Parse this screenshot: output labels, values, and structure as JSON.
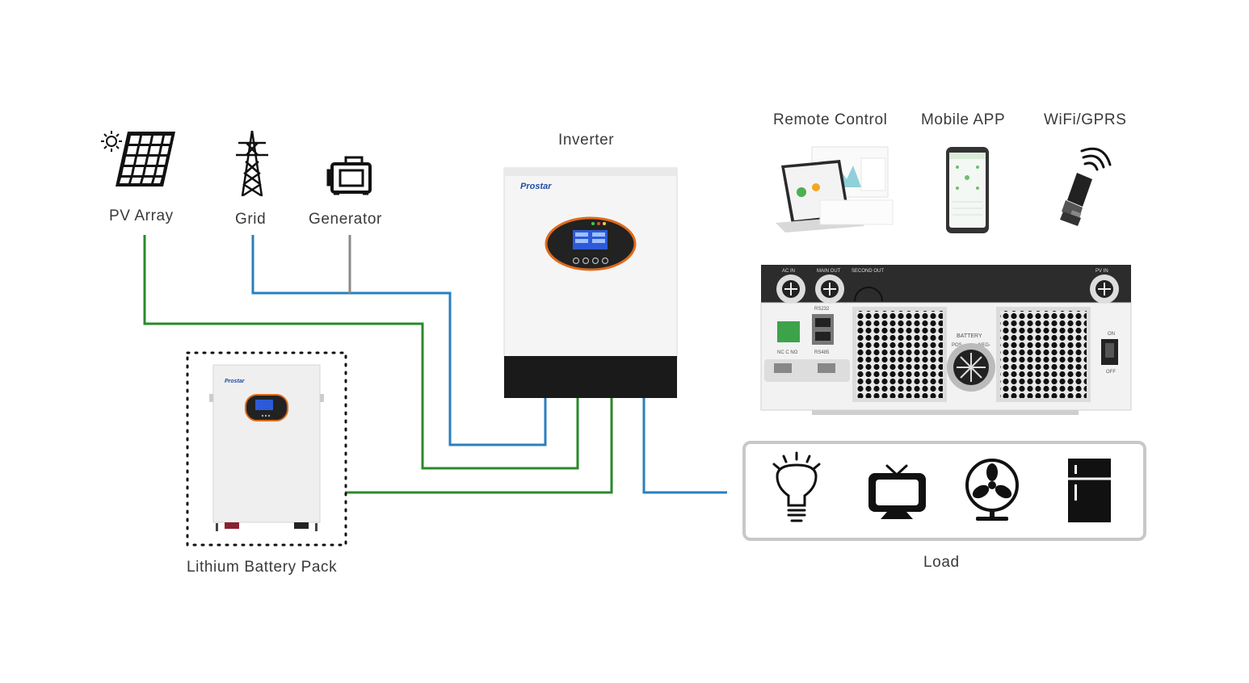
{
  "labels": {
    "pv_array": "PV Array",
    "grid": "Grid",
    "generator": "Generator",
    "inverter": "Inverter",
    "battery": "Lithium Battery Pack",
    "load": "Load",
    "remote_control": "Remote Control",
    "mobile_app": "Mobile APP",
    "wifi_gprs": "WiFi/GPRS"
  },
  "brand": {
    "inverter_logo": "Prostar",
    "battery_logo": "Prostar"
  },
  "rear_panel": {
    "ac_in": "AC IN",
    "main_out": "MAIN OUT",
    "second_out": "SECOND OUT",
    "pv_in": "PV IN",
    "rs232": "RS232",
    "rs485": "RS485",
    "nc_c_no": "NC C NO",
    "battery": "BATTERY",
    "pos": "POS-",
    "neg": "NEG-",
    "on": "ON",
    "off": "OFF"
  },
  "colors": {
    "dc_line": "#2a8a2a",
    "ac_line": "#2a7fbf",
    "generator_line": "#8a8a8a",
    "load_box_border": "#c8c8c8",
    "inverter_accent": "#e06a1a",
    "inverter_base": "#1a1a1a"
  },
  "icons": {
    "pv_array": "solar-panel-icon",
    "grid": "transmission-tower-icon",
    "generator": "generator-icon",
    "laptop": "laptop-icon",
    "phone": "smartphone-icon",
    "wifi_dongle": "wifi-dongle-icon",
    "bulb": "light-bulb-icon",
    "tv": "television-icon",
    "fan": "fan-icon",
    "fridge": "refrigerator-icon"
  }
}
